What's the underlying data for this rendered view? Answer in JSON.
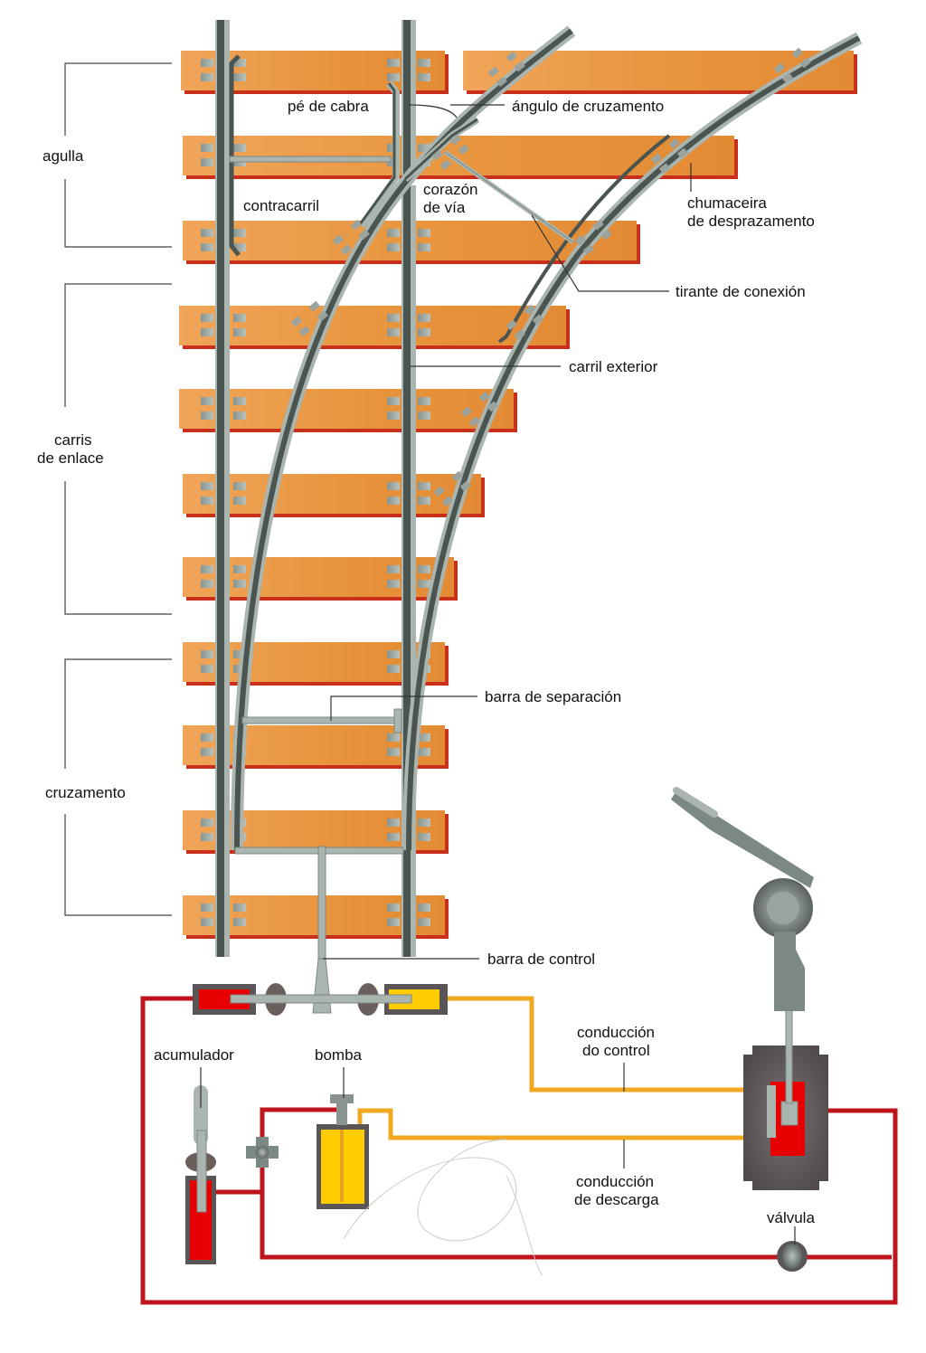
{
  "title": "Railway switch (turnout) with hydraulic control",
  "sections": {
    "agulla": "agulla",
    "carris_line1": "carris",
    "carris_line2": "de enlace",
    "cruzamento": "cruzamento"
  },
  "labels": {
    "pe_de_cabra": "pé de cabra",
    "angulo_de_cruzamento": "ángulo de cruzamento",
    "contracarril": "contracarril",
    "corazon_line1": "corazón",
    "corazon_line2": "de vía",
    "chumaceira_line1": "chumaceira",
    "chumaceira_line2": "de desprazamento",
    "tirante_de_conexion": "tirante de conexión",
    "carril_exterior": "carril exterior",
    "barra_de_separacion": "barra de separación",
    "barra_de_control": "barra de control",
    "acumulador": "acumulador",
    "bomba": "bomba",
    "conduccion_control_line1": "conducción",
    "conduccion_control_line2": "do control",
    "conduccion_descarga_line1": "conducción",
    "conduccion_descarga_line2": "de descarga",
    "valvula": "válvula"
  },
  "colors": {
    "sleeper": "#e8963f",
    "sleeper_shadow": "#c8301c",
    "rail_dark": "#4a5450",
    "rail_light": "#a9b5ae",
    "pressure_line": "#c0141c",
    "control_line": "#f0a820",
    "fluid_red": "#e80000",
    "fluid_yellow": "#ffcc00",
    "housing": "#5a5556"
  }
}
